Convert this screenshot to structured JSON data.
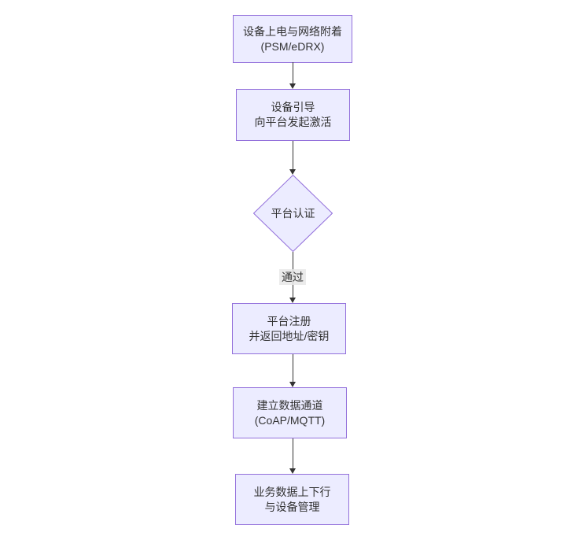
{
  "diagram": {
    "type": "flowchart",
    "direction": "top-down",
    "nodes": [
      {
        "id": "power-network-attach",
        "shape": "rect",
        "lines": [
          "设备上电与网络附着",
          "(PSM/eDRX)"
        ]
      },
      {
        "id": "device-bootstrap",
        "shape": "rect",
        "lines": [
          "设备引导",
          "向平台发起激活"
        ]
      },
      {
        "id": "platform-auth",
        "shape": "diamond",
        "lines": [
          "平台认证"
        ]
      },
      {
        "id": "platform-register",
        "shape": "rect",
        "lines": [
          "平台注册",
          "并返回地址/密钥"
        ]
      },
      {
        "id": "data-channel",
        "shape": "rect",
        "lines": [
          "建立数据通道",
          "(CoAP/MQTT)"
        ]
      },
      {
        "id": "business-data",
        "shape": "rect",
        "lines": [
          "业务数据上下行",
          "与设备管理"
        ]
      }
    ],
    "edges": [
      {
        "from": "power-network-attach",
        "to": "device-bootstrap",
        "label": ""
      },
      {
        "from": "device-bootstrap",
        "to": "platform-auth",
        "label": ""
      },
      {
        "from": "platform-auth",
        "to": "platform-register",
        "label": "通过"
      },
      {
        "from": "platform-register",
        "to": "data-channel",
        "label": ""
      },
      {
        "from": "data-channel",
        "to": "business-data",
        "label": ""
      }
    ],
    "edge_label": "通过",
    "colors": {
      "node_fill": "#ECECFF",
      "node_border": "#9370DB",
      "text": "#333333",
      "arrow": "#333333",
      "edge_label_bg": "#E8E8E8",
      "background": "#FFFFFF"
    }
  }
}
